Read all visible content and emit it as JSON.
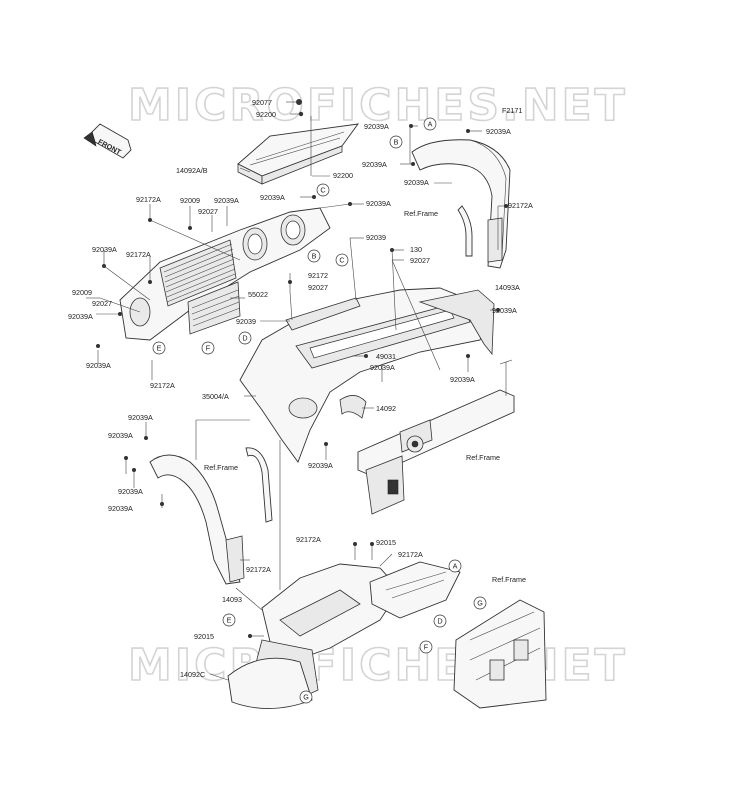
{
  "watermark": "MICROFICHES.NET",
  "figure_code": "F2171",
  "front_label": "FRONT",
  "ref_frame": "Ref.Frame",
  "labels": {
    "l92077": "92077",
    "l92200a": "92200",
    "l14092ab": "14092A/B",
    "l92200b": "92200",
    "l92039a_1": "92039A",
    "l92039a_2": "92039A",
    "l92039a_3": "92039A",
    "l92039a_4": "92039A",
    "l92172a_1": "92172A",
    "l92009_1": "92009",
    "l92027_1": "92027",
    "l92039a_5": "92039A",
    "l92039a_6": "92039A",
    "l92039a_7": "92039A",
    "l92039_1": "92039",
    "l130": "130",
    "l92027_2": "92027",
    "l92172a_2": "92172A",
    "l92039a_8": "92039A",
    "l92172a_3": "92172A",
    "l92172": "92172",
    "l92027_3": "92027",
    "l55022": "55022",
    "l92009_2": "92009",
    "l92027_4": "92027",
    "l92039a_9": "92039A",
    "l92039_2": "92039",
    "l14093a": "14093A",
    "l92039a_10": "92039A",
    "l92039a_11": "92039A",
    "l92172a_4": "92172A",
    "l49031": "49031",
    "l92039a_12": "92039A",
    "l92039a_13": "92039A",
    "l35004a": "35004/A",
    "l14092": "14092",
    "l92039a_14": "92039A",
    "l92039a_15": "92039A",
    "l92039a_16": "92039A",
    "l92039a_17": "92039A",
    "l92039a_18": "92039A",
    "l92172a_5": "92172A",
    "l92015_1": "92015",
    "l92172a_6": "92172A",
    "l92172a_7": "92172A",
    "l14093": "14093",
    "l92015_2": "92015",
    "l14092c": "14092C"
  },
  "callouts": [
    "A",
    "B",
    "B",
    "C",
    "C",
    "D",
    "E",
    "F",
    "A",
    "G",
    "D",
    "E",
    "F",
    "G"
  ],
  "colors": {
    "line": "#333333",
    "watermark": "#d4d4d4",
    "background": "#ffffff"
  }
}
